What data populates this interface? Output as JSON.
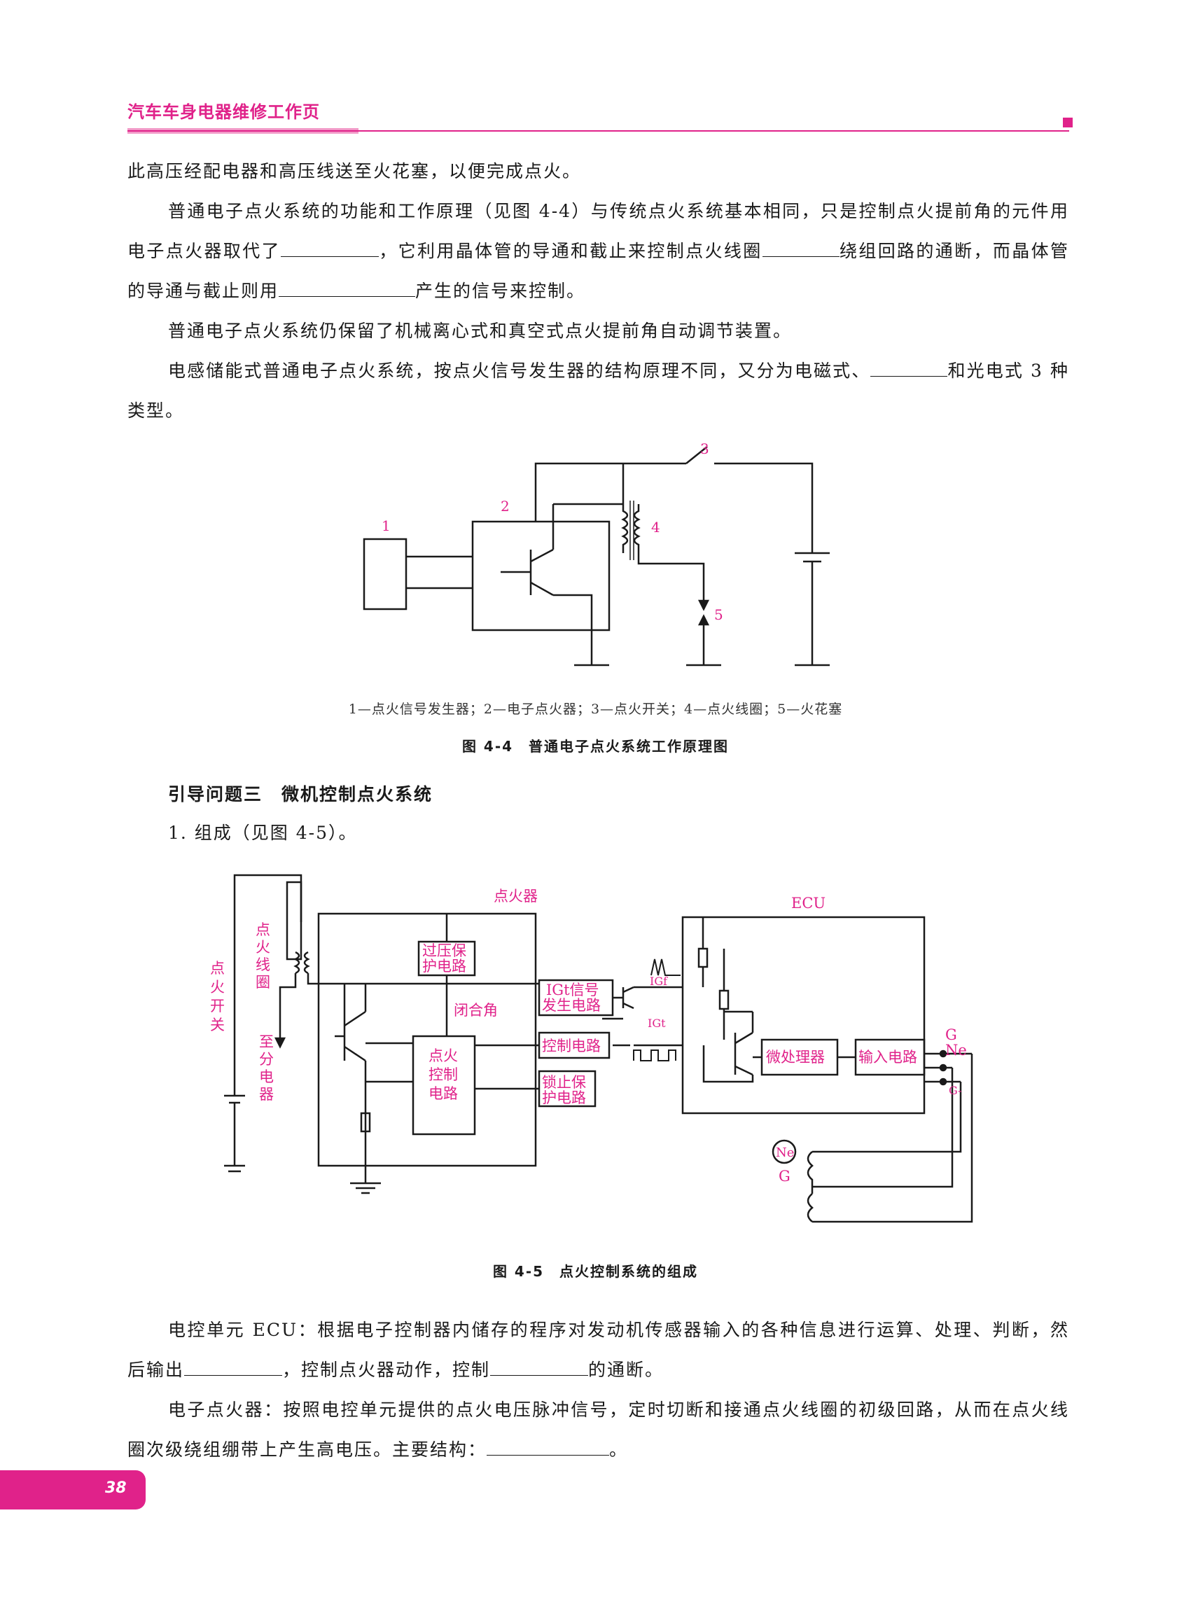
{
  "header": {
    "title": "汽车车身电器维修工作页"
  },
  "paragraphs": {
    "p1": "此高压经配电器和高压线送至火花塞，以便完成点火。",
    "p2_a": "普通电子点火系统的功能和工作原理（见图 4-4）与传统点火系统基本相同，只是控制点火提前角的元件用电子点火器取代了",
    "p2_b": "，它利用晶体管的导通和截止来控制点火线圈",
    "p2_c": "绕组回路的通断，而晶体管的导通与截止则用",
    "p2_d": "产生的信号来控制。",
    "p3": "普通电子点火系统仍保留了机械离心式和真空式点火提前角自动调节装置。",
    "p4_a": "电感储能式普通电子点火系统，按点火信号发生器的结构原理不同，又分为电磁式、",
    "p4_b": "和光电式 3 种类型。",
    "p5_a": "电控单元 ECU：根据电子控制器内储存的程序对发动机传感器输入的各种信息进行运算、处理、判断，然后输出",
    "p5_b": "，控制点火器动作，控制",
    "p5_c": "的通断。",
    "p6_a": "电子点火器：按照电控单元提供的点火电压脉冲信号，定时切断和接通点火线圈的初级回路，从而在点火线圈次级绕组绷带上产生高电压。主要结构：",
    "p6_b": "。"
  },
  "figure_4_4": {
    "labels": {
      "n1": "1",
      "n2": "2",
      "n3": "3",
      "n4": "4",
      "n5": "5"
    },
    "legend": "1—点火信号发生器；2—电子点火器；3—点火开关；4—点火线圈；5—火花塞",
    "caption": "图 4-4　普通电子点火系统工作原理图"
  },
  "section": {
    "heading": "引导问题三　微机控制点火系统",
    "item1": "1. 组成（见图 4-5）。"
  },
  "figure_4_5": {
    "igniter": "点火器",
    "ecu": "ECU",
    "overvoltage": [
      "过压保",
      "护电路"
    ],
    "igt_signal": [
      "IGt信号",
      "发生电路"
    ],
    "dwell": "闭合角",
    "control_circuit": "控制电路",
    "ignition_control": [
      "点火",
      "控制",
      "电路"
    ],
    "lock_protect": [
      "锁止保",
      "护电路"
    ],
    "microprocessor": "微处理器",
    "input_circuit": "输入电路",
    "coil_label": [
      "点",
      "火",
      "线",
      "圈"
    ],
    "switch_label": [
      "点",
      "火",
      "开",
      "关"
    ],
    "to_distributor": [
      "至",
      "分",
      "电",
      "器"
    ],
    "igf": "IGf",
    "igt": "IGt",
    "pin_g": "G",
    "pin_ne": "Ne",
    "pin_gm": "G-",
    "sensor_ne": "Ne",
    "sensor_g": "G",
    "caption": "图 4-5　点火控制系统的组成"
  },
  "page_number": "38",
  "colors": {
    "accent": "#e0228a",
    "accent_light": "#f29ac8"
  }
}
